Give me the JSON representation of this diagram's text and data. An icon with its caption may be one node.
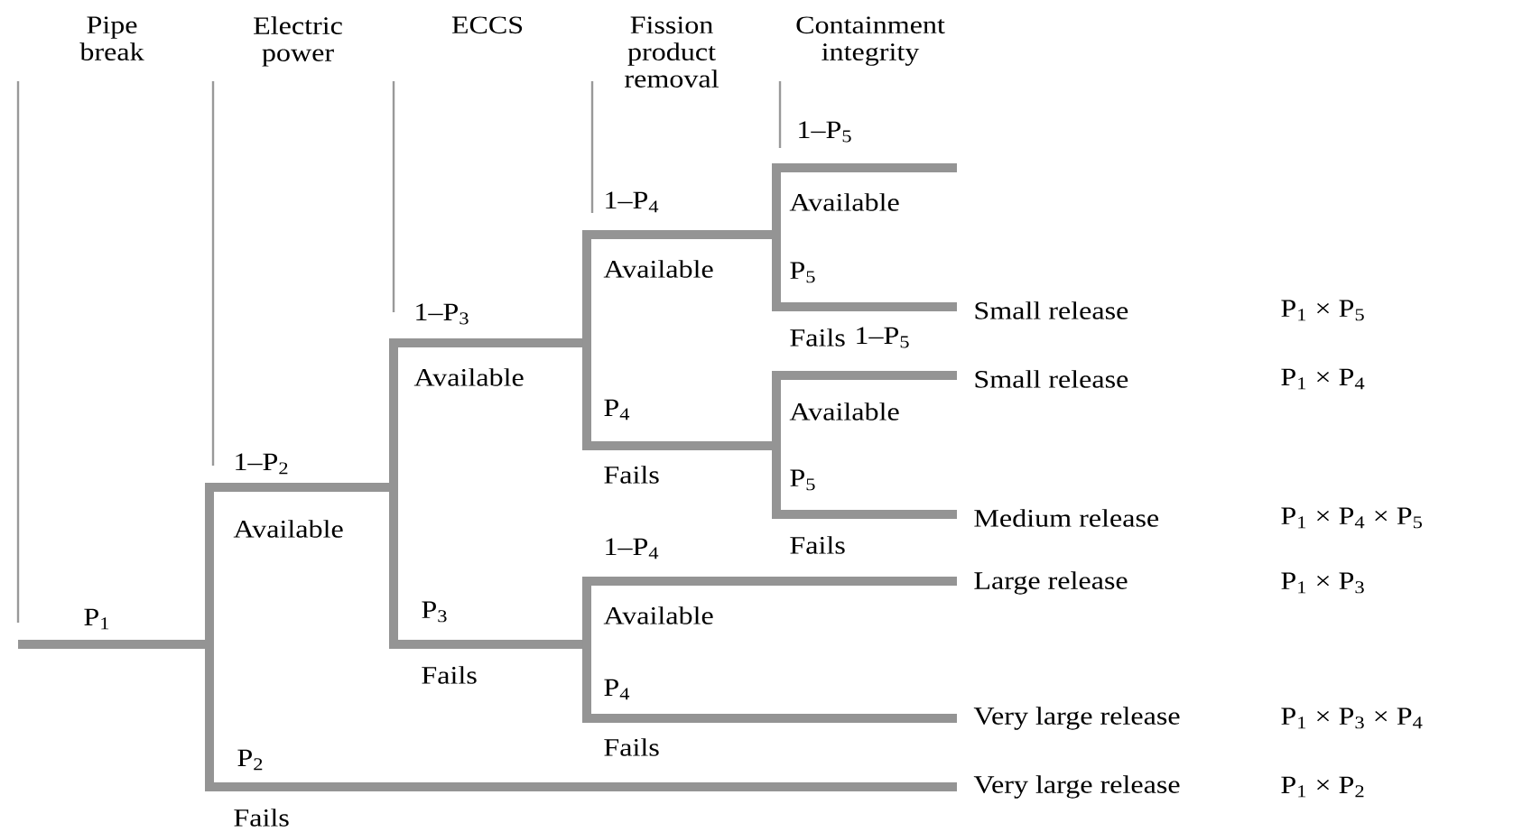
{
  "diagram": {
    "labels": [
      "Pipe break",
      "Electric power",
      "ECCS",
      "Fission product removal",
      "Containment integrity",
      "1–P$_{5}$",
      "1–P$_{4}$",
      "Available",
      "Available",
      "P$_{5}$",
      "1–P$_{3}$",
      "Small release",
      "P$_{1}$ × P$_{5}$",
      "Fails",
      "1–P$_{5}$",
      "Available",
      "Small release",
      "P$_{1}$ × P$_{4}$",
      "P$_{4}$",
      "Available",
      "1–P$_{2}$",
      "Fails",
      "P$_{5}$",
      "Available",
      "Medium release",
      "P$_{1}$ × P$_{4}$ × P$_{5}$",
      "1–P$_{4}$",
      "Fails",
      "Large release",
      "P$_{1}$ × P$_{3}$",
      "P$_{1}$",
      "P$_{3}$",
      "Available",
      "Fails",
      "P$_{4}$",
      "Very large release",
      "P$_{1}$ × P$_{3}$ × P$_{4}$",
      "Fails",
      "P$_{2}$",
      "Very large release",
      "P$_{1}$ × P$_{2}$",
      "Fails"
    ]
  }
}
